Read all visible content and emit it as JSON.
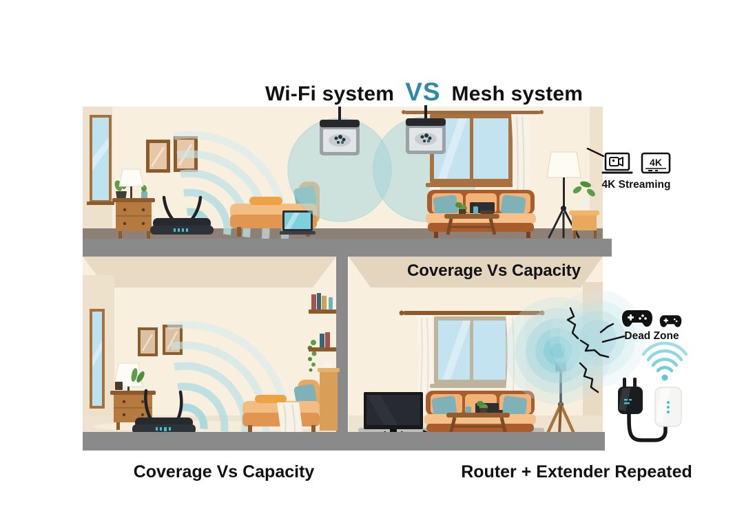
{
  "title": {
    "left": "Wi-Fi system",
    "vs": "VS",
    "right": "Mesh system"
  },
  "annotations": {
    "streaming_label": "4K Streaming",
    "tv_badge": "4K",
    "dead_zone_label": "Dead Zone",
    "coverage_capacity_upper_right": "Coverage Vs Capacity"
  },
  "captions": {
    "bottom_left": "Coverage Vs Capacity",
    "bottom_right": "Router + Extender Repeated"
  },
  "icons": {
    "laptop_video": "laptop-video-icon",
    "tv_4k": "tv-4k-icon",
    "gamepad_large": "gamepad-icon-large",
    "gamepad_small": "gamepad-icon-small",
    "wifi_signal": "wifi-signal-icon",
    "wall_plug_router": "wall-plug-router-icon",
    "range_extender": "range-extender-icon"
  },
  "colors": {
    "background": "#ffffff",
    "accent_teal": "#2d8aa5",
    "wifi_wave": "#c2e4e6",
    "coverage_circle": "#a3d6db",
    "wall_cream": "#f8efdf",
    "slab_gray": "#8a8a8a",
    "wood_brown": "#b0763c",
    "sofa_brown": "#ab5c2d",
    "cushion_tan": "#f2b377",
    "pillow_teal": "#7fb2b8",
    "device_black": "#1d1f24",
    "led_teal": "#3fc1d0",
    "crack_black": "#141414",
    "text_black": "#111111"
  }
}
